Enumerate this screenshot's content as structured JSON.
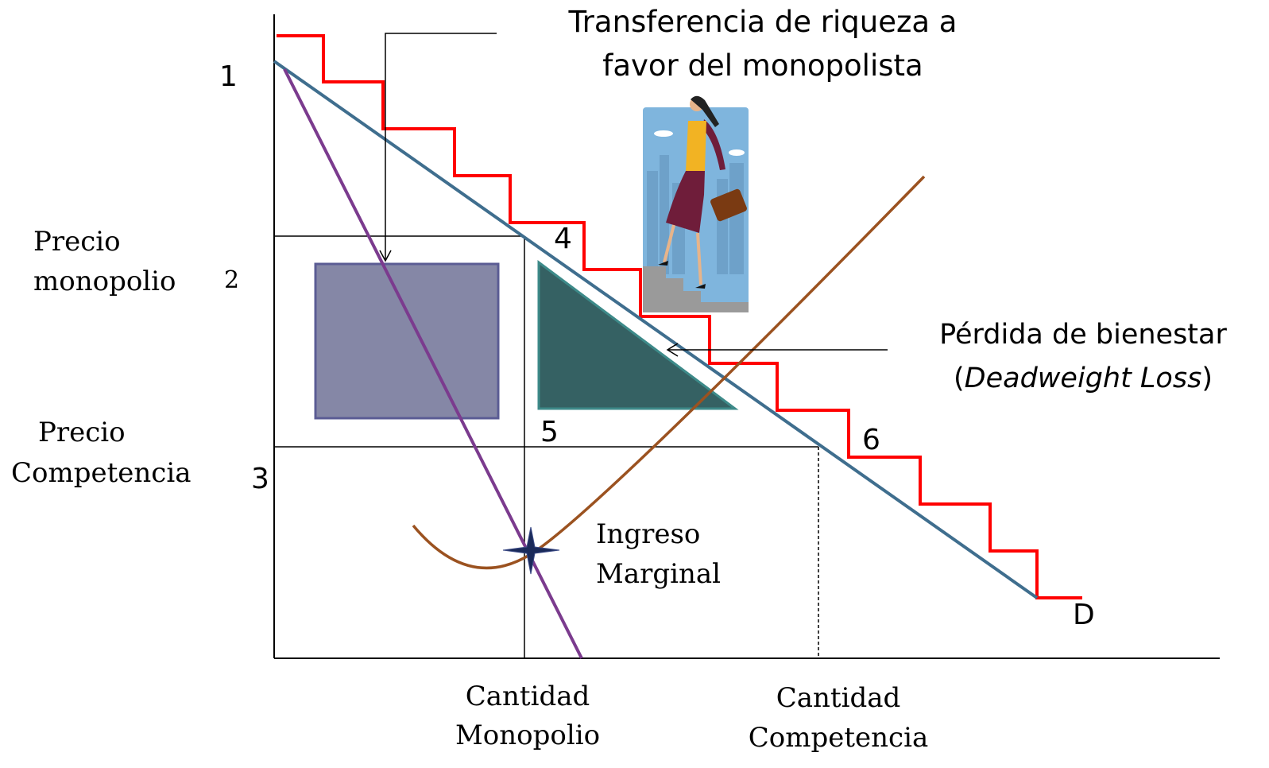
{
  "title": {
    "line1": "Transferencia de riqueza a",
    "line2": "favor del monopolista"
  },
  "labels": {
    "precio_monopolio_1": "Precio",
    "precio_monopolio_2": "monopolio",
    "precio_competencia_1": "Precio",
    "precio_competencia_2": "Competencia",
    "cantidad_monopolio_1": "Cantidad",
    "cantidad_monopolio_2": "Monopolio",
    "cantidad_competencia_1": "Cantidad",
    "cantidad_competencia_2": "Competencia",
    "ingreso_1": "Ingreso",
    "ingreso_2": "Marginal",
    "perdida_1": "Pérdida de bienestar",
    "perdida_open": "(",
    "perdida_italic": "Deadweight Loss",
    "perdida_close": ")",
    "demand": "D"
  },
  "numbers": {
    "n1": "1",
    "n2": "2",
    "n3": "3",
    "n4": "4",
    "n5": "5",
    "n6": "6"
  },
  "icons": {
    "illustration": "businesswoman-climbing-stairs-icon",
    "star": "star-icon"
  },
  "colors": {
    "demand_line": "#3f6e8e",
    "marginal_revenue_line": "#7b3b8e",
    "marginal_cost_curve": "#9b5220",
    "staircase": "#ff0000",
    "transfer_rect_fill": "#8587a6",
    "transfer_rect_stroke": "#5b5c94",
    "deadweight_fill": "#356163",
    "deadweight_stroke": "#3d8a89",
    "axis": "#000000"
  }
}
